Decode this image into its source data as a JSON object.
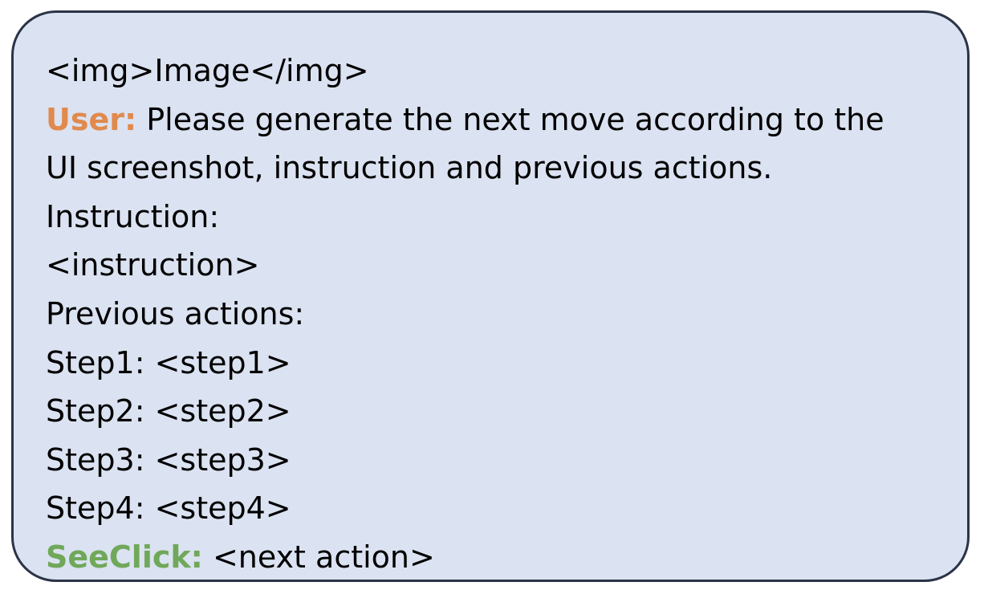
{
  "prompt": {
    "image_tag": "<img>Image</img>",
    "user_label": "User:",
    "user_text_line1": " Please generate the next move according to the",
    "user_text_line2": "UI screenshot, instruction and previous actions.",
    "instruction_label": "Instruction:",
    "instruction_value": "<instruction>",
    "previous_actions_label": "Previous actions:",
    "steps": [
      "Step1: <step1>",
      "Step2: <step2>",
      "Step3: <step3>",
      "Step4: <step4>"
    ],
    "assistant_label": "SeeClick:",
    "assistant_text": " <next action>"
  },
  "colors": {
    "box_background": "#dbe2f1",
    "box_border": "#2b3447",
    "user_label": "#e08a4e",
    "assistant_label": "#70a85a",
    "text": "#000000"
  }
}
